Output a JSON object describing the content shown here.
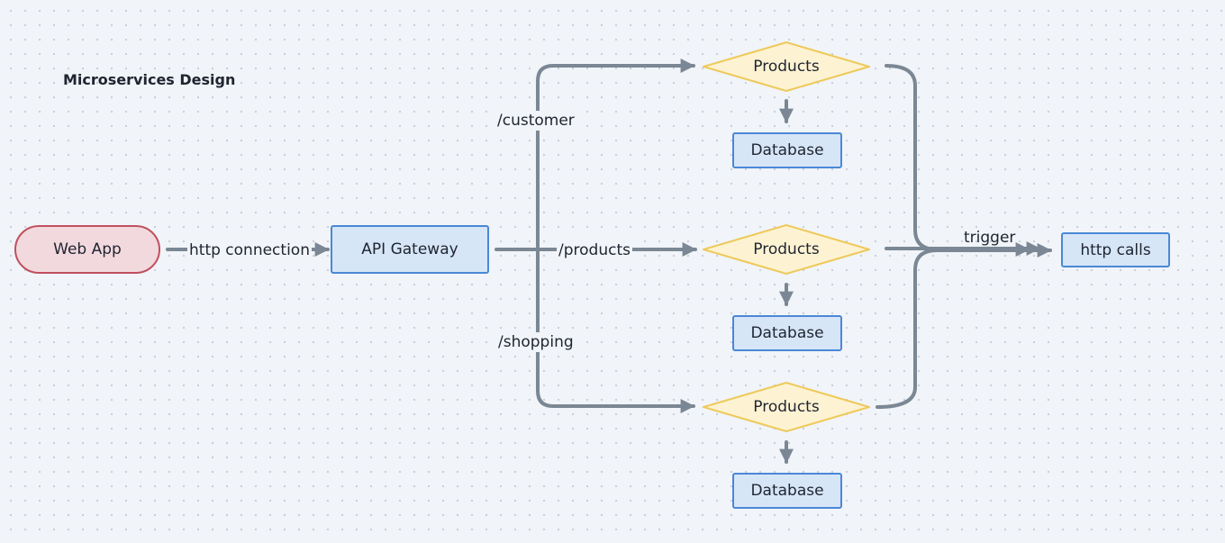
{
  "title": "Microservices Design",
  "nodes": {
    "web_app": "Web App",
    "api_gateway": "API Gateway",
    "service_customer": "Products",
    "service_products": "Products",
    "service_shopping": "Products",
    "db_customer": "Database",
    "db_products": "Database",
    "db_shopping": "Database",
    "http_calls": "http calls"
  },
  "edges": {
    "http_connection": "http connection",
    "customer": "/customer",
    "products": "/products",
    "shopping": "/shopping",
    "trigger": "trigger"
  },
  "colors": {
    "edge": "#7b8794",
    "web_app_fill": "#f2d9de",
    "web_app_border": "#c0505e",
    "box_fill": "#d6e6f7",
    "box_border": "#4a88d6",
    "diamond_fill": "#fdf3d3",
    "diamond_border": "#eec95a"
  }
}
